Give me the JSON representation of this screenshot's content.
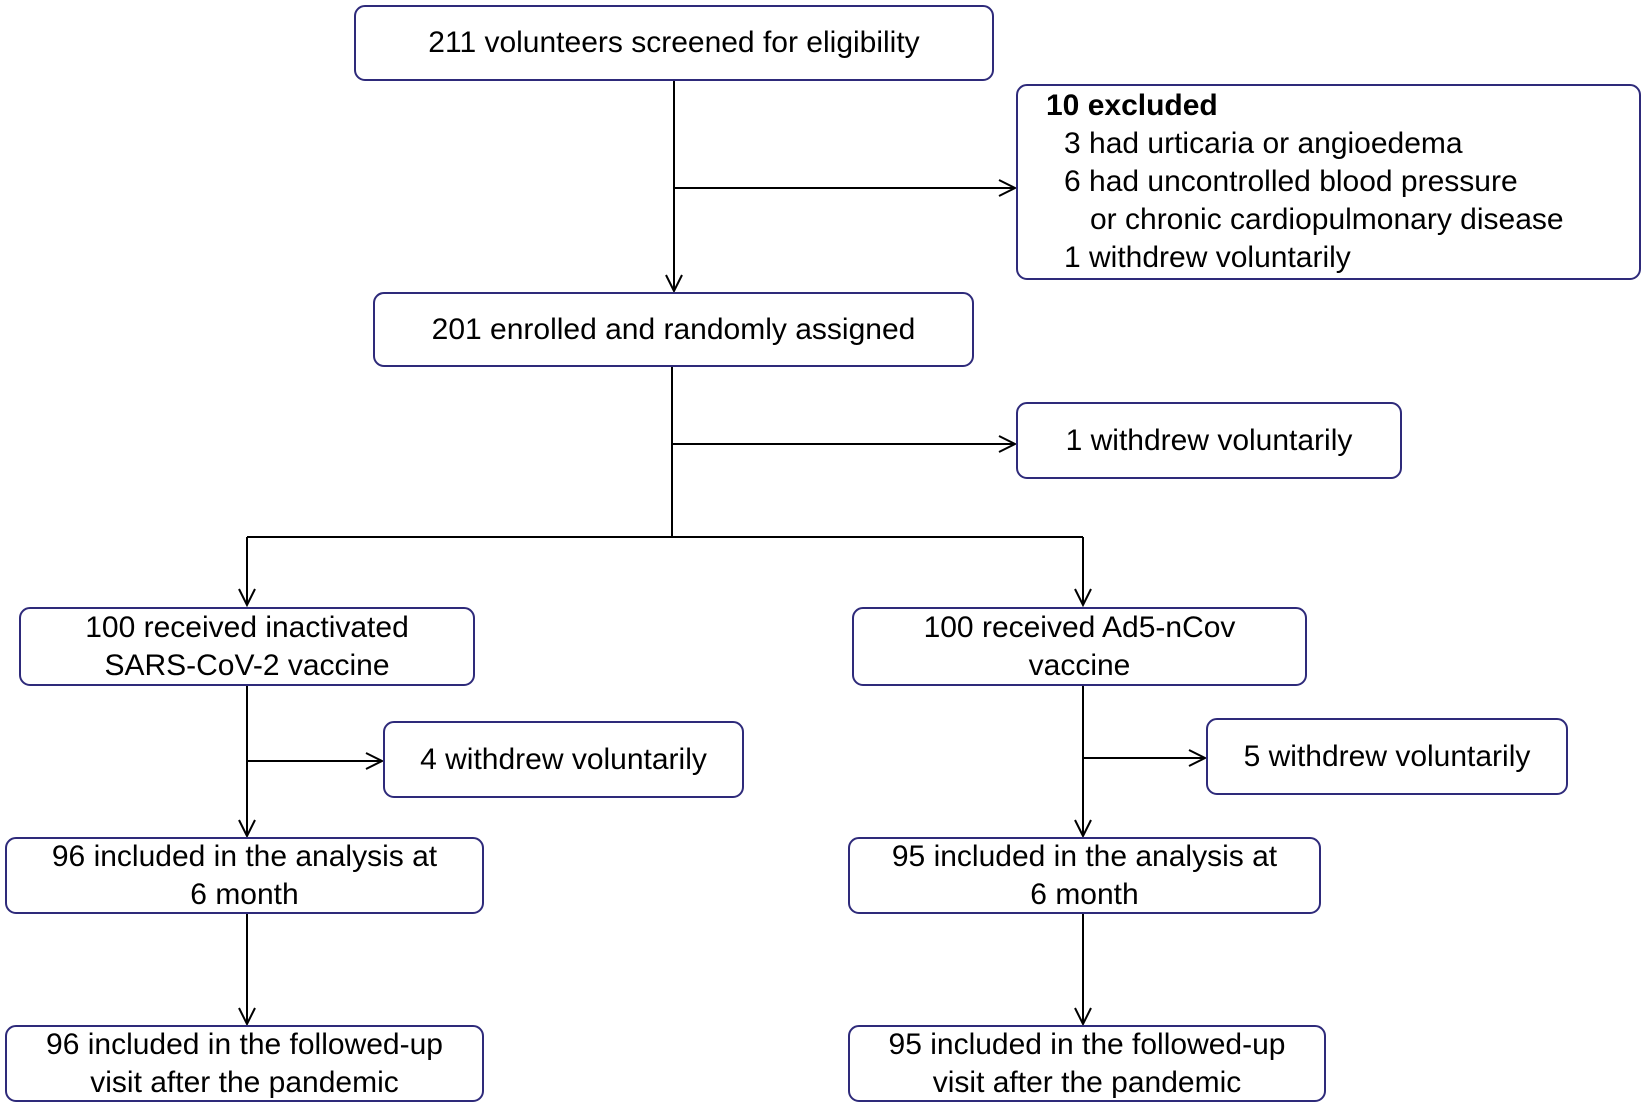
{
  "colors": {
    "box_border": "#2e2a7a",
    "line": "#000000"
  },
  "diagram": {
    "screened": "211 volunteers screened for eligibility",
    "excluded": {
      "title": "10 excluded",
      "items": [
        "3 had urticaria or angioedema",
        "6 had uncontrolled blood pressure",
        "or  chronic cardiopulmonary disease",
        "1 withdrew voluntarily"
      ]
    },
    "enrolled": "201 enrolled and randomly assigned",
    "withdrew_after_enroll": "1 withdrew voluntarily",
    "arms": [
      {
        "received": [
          "100 received inactivated",
          "SARS-CoV-2 vaccine"
        ],
        "withdrew": "4 withdrew voluntarily",
        "analysis": [
          "96 included in the analysis at",
          "6 month"
        ],
        "followup": [
          "96 included in the followed-up",
          "visit after the pandemic"
        ]
      },
      {
        "received": [
          "100 received Ad5-nCov",
          "vaccine"
        ],
        "withdrew": "5 withdrew voluntarily",
        "analysis": [
          "95 included in the analysis at",
          "6 month"
        ],
        "followup": [
          "95 included in the followed-up",
          "visit after the pandemic"
        ]
      }
    ]
  }
}
